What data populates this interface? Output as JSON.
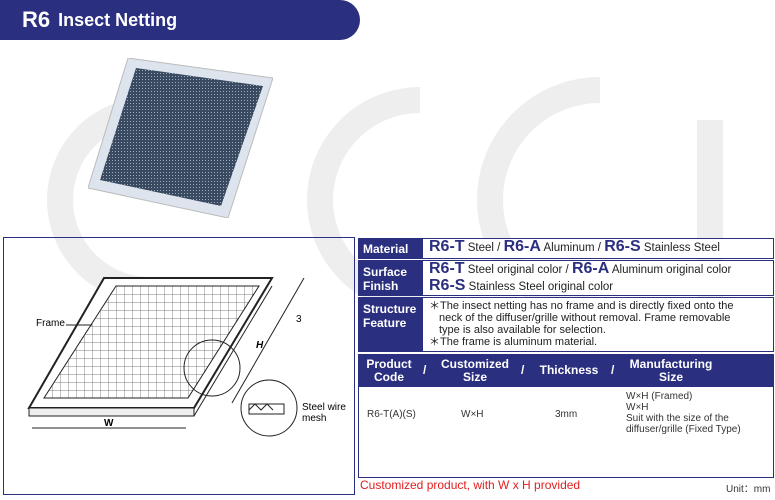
{
  "header": {
    "code": "R6",
    "title": "Insect Netting"
  },
  "drawing": {
    "frame_label": "Frame",
    "dim_3": "3",
    "dim_h": "H",
    "dim_w": "W",
    "mesh_label": "Steel wire mesh"
  },
  "specs": {
    "material": {
      "label": "Material",
      "parts": [
        "R6-T",
        " Steel / ",
        "R6-A",
        " Aluminum / ",
        "R6-S",
        " Stainless Steel"
      ]
    },
    "surface": {
      "label_1": "Surface",
      "label_2": "Finish",
      "line1": [
        "R6-T",
        " Steel original color / ",
        "R6-A",
        " Aluminum original color"
      ],
      "line2": [
        "R6-S",
        " Stainless Steel original color"
      ]
    },
    "structure": {
      "label_1": "Structure",
      "label_2": "Feature",
      "lines": [
        "＊The insect netting has no frame and is directly fixed onto the",
        "neck of the diffuser/grille without removal.  Frame removable",
        "type is also available for selection.",
        "＊The frame is aluminum material."
      ]
    }
  },
  "table": {
    "headers": [
      "Product\nCode",
      "Customized\nSize",
      "Thickness",
      "Manufacturing\nSize"
    ],
    "row": {
      "code": "R6-T(A)(S)",
      "size": "W×H",
      "thickness": "3mm",
      "mfg": [
        "W×H (Framed)",
        "W×H",
        "Suit with the size of the",
        "diffuser/grille (Fixed Type)"
      ]
    }
  },
  "note": "Customized product, with W x H provided",
  "unit": "Unit：mm",
  "colors": {
    "brand": "#2b2f7f",
    "note": "#e02020"
  }
}
